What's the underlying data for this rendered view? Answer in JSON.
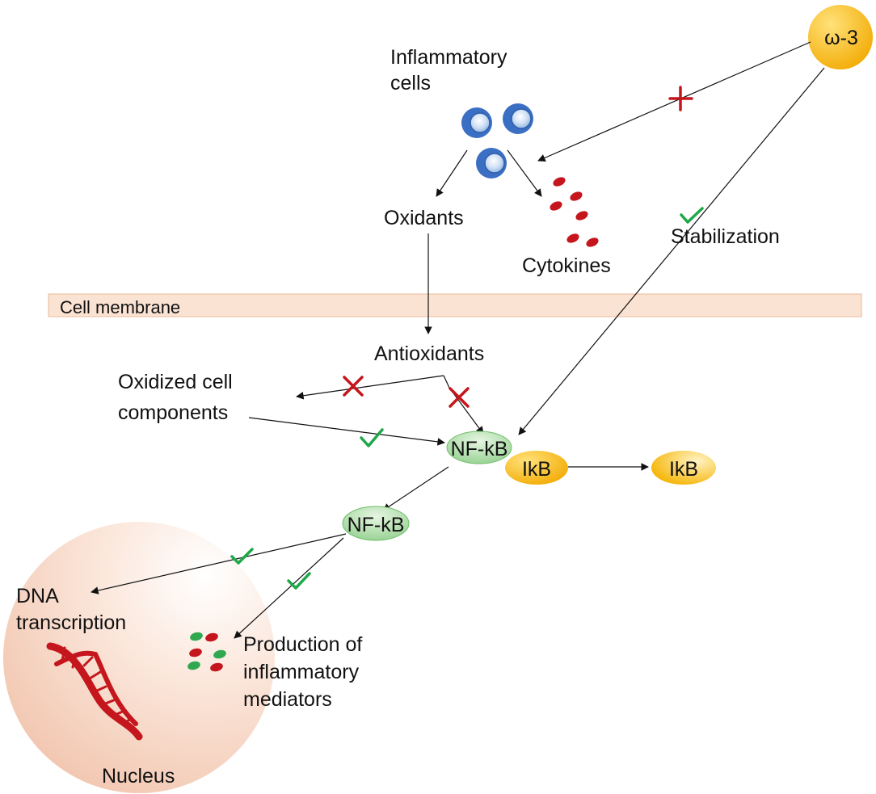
{
  "labels": {
    "omega3": "ω-3",
    "inflammatory_cells_1": "Inflammatory",
    "inflammatory_cells_2": "cells",
    "oxidants": "Oxidants",
    "cytokines": "Cytokines",
    "stabilization": "Stabilization",
    "cell_membrane": "Cell membrane",
    "antioxidants": "Antioxidants",
    "oxidized_1": "Oxidized cell",
    "oxidized_2": "components",
    "nfkb_membrane": "NF-kB",
    "ikb_bound": "IkB",
    "ikb_free": "IkB",
    "nfkb_cytoplasm": "NF-kB",
    "dna_1": "DNA",
    "dna_2": "transcription",
    "production_1": "Production of",
    "production_2": "inflammatory",
    "production_3": "mediators",
    "nucleus": "Nucleus"
  },
  "colors": {
    "cell_blue": "#3a6fc4",
    "cytokine_red": "#c4161c",
    "mediator_green": "#2fa84f",
    "inhibit_red": "#c4161c",
    "check_green": "#1ea84a",
    "nfkb_green": "#9fd49a",
    "ikb_orange": "#f5b300",
    "omega_orange": "#f5b300",
    "membrane_fill": "#fbe3d3",
    "nucleus_fill": "#f7d5c2",
    "dna_red": "#c4161c"
  },
  "icons": [
    "inflammatory-cell-icon",
    "cytokine-icon",
    "dna-helix-icon",
    "cross-inhibit-icon",
    "check-activate-icon"
  ]
}
